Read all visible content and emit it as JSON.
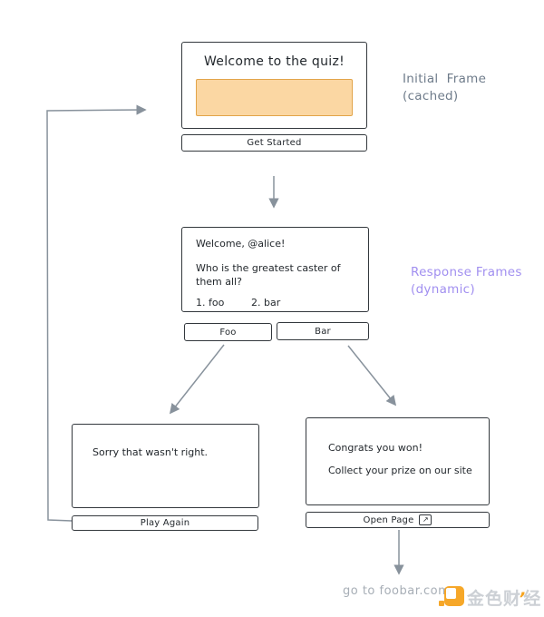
{
  "colors": {
    "stroke_dark": "#33383d",
    "arrow_gray": "#88929c",
    "image_placeholder_fill": "#fbd7a3",
    "image_placeholder_stroke": "#e2a449",
    "label_cached_gray": "#6e7b8a",
    "label_dynamic_purple": "#a18ff0",
    "goto_text_gray": "#a7aeb6",
    "watermark_orange": "#f6a31e",
    "watermark_gray": "#ccd0d5"
  },
  "initial_frame": {
    "title": "Welcome to the quiz!",
    "image_placeholder": "orange-image-placeholder",
    "button": "Get Started",
    "annotation_line1": "Initial  Frame",
    "annotation_line2": "(cached)"
  },
  "question_frame": {
    "greeting": "Welcome, @alice!",
    "question_line1": "Who is the greatest caster of",
    "question_line2": "them all?",
    "option1": "1. foo",
    "option2": "2. bar",
    "button_foo": "Foo",
    "button_bar": "Bar",
    "annotation_line1": "Response Frames",
    "annotation_line2": "(dynamic)"
  },
  "wrong_frame": {
    "message": "Sorry that wasn't right.",
    "button": "Play Again"
  },
  "win_frame": {
    "message_line1": "Congrats you won!",
    "message_line2": "Collect your prize on our site",
    "button": "Open Page",
    "button_icon": "external-link-icon",
    "icon_glyph": "↗"
  },
  "footer": {
    "goto_text": "go to foobar.com"
  },
  "watermark": {
    "text_part1": "金色财",
    "tick": "’",
    "text_part2": "经"
  }
}
